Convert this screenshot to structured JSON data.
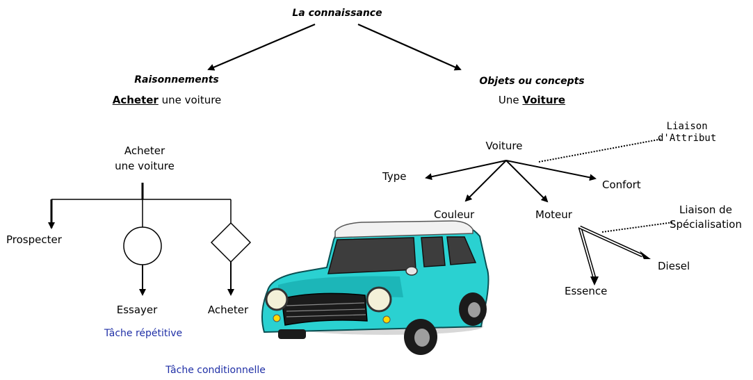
{
  "title": "La connaissance",
  "left_branch": {
    "heading": "Raisonnements",
    "line_bold": "Acheter",
    "line_rest": " une voiture",
    "tree": {
      "root_line1": "Acheter",
      "root_line2": "une voiture",
      "leaf_prospecter": "Prospecter",
      "leaf_essayer": "Essayer",
      "leaf_acheter": "Acheter",
      "note_repetitive": "Tâche répétitive",
      "note_conditionnelle": "Tâche conditionnelle"
    }
  },
  "right_branch": {
    "heading": "Objets ou concepts",
    "line_rest": "Une ",
    "line_bold": "Voiture",
    "tree": {
      "root": "Voiture",
      "type": "Type",
      "couleur": "Couleur",
      "moteur": "Moteur",
      "confort": "Confort",
      "essence": "Essence",
      "diesel": "Diesel",
      "attr_line1": "Liaison",
      "attr_line2": "d'Attribut",
      "spec_line1": "Liaison de",
      "spec_line2": "Spécialisation"
    }
  },
  "colors": {
    "note_blue": "#1f2fa6",
    "car_body": "#2ad1d1",
    "car_shadow": "#14a3a6",
    "line": "#000000"
  },
  "icons": [
    "car-illustration",
    "circle-repeat-symbol",
    "diamond-condition-symbol"
  ]
}
